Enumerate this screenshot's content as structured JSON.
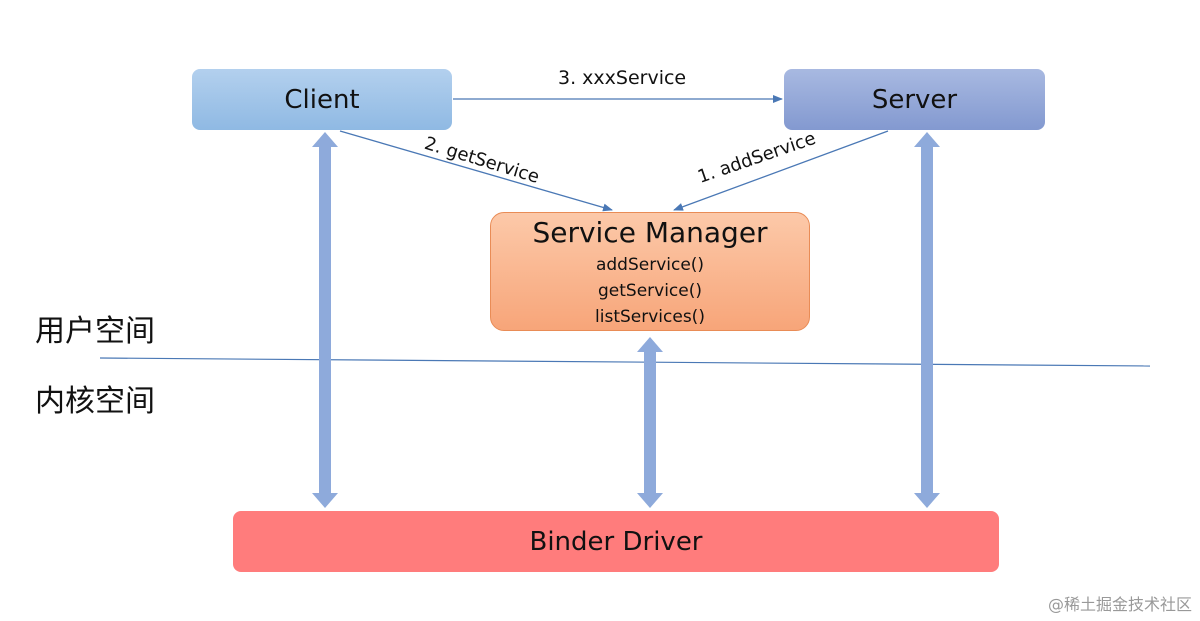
{
  "nodes": {
    "client": "Client",
    "server": "Server",
    "service_manager": {
      "title": "Service Manager",
      "methods": [
        "addService()",
        "getService()",
        "listServices()"
      ]
    },
    "binder_driver": "Binder Driver"
  },
  "edges": {
    "step3": "3. xxxService",
    "step2": "2. getService",
    "step1": "1. addService"
  },
  "regions": {
    "user_space": "用户空间",
    "kernel_space": "内核空间"
  },
  "watermark": "@稀土掘金技术社区",
  "colors": {
    "client": "#9dc3ea",
    "server": "#95a8da",
    "service_manager": "#f9b58f",
    "binder_driver": "#ff7c7c",
    "arrow_thin": "#4a78b5",
    "arrow_thick": "#8eaadb",
    "divider": "#4a78b5"
  }
}
